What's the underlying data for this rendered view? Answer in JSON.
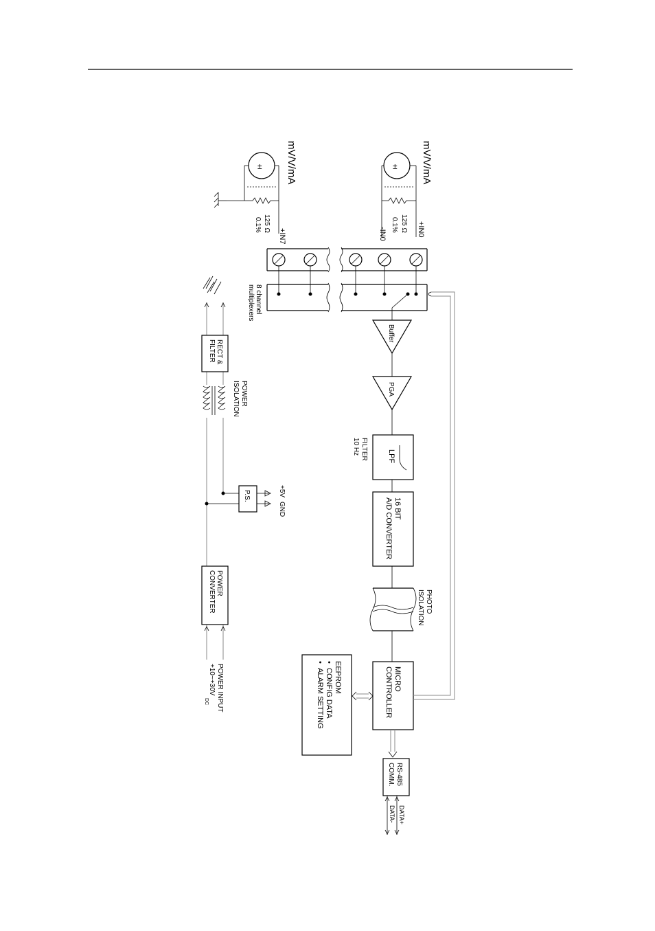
{
  "labels": {
    "src_top": "mV/V/mA",
    "src_bottom": "mV/V/mA",
    "res_top_val": "125 Ω",
    "res_top_tol": "0.1%",
    "res_bot_val": "125 Ω",
    "res_bot_tol": "0.1%",
    "in7": "+IN7",
    "in0_minus": "-IN0",
    "in0_plus": "+IN0",
    "mux_line1": "8 channel",
    "mux_line2": "multiplexers",
    "buffer": "Buffer",
    "pga": "PGA",
    "lpf": "LPF",
    "filter_line1": "FILTER",
    "filter_line2": "10 Hz",
    "adc_line1": "16 BIT",
    "adc_line2": "A/D CONVERTER",
    "photo_line1": "PHOTO",
    "photo_line2": "ISOLATION",
    "mcu_line1": "MICRO",
    "mcu_line2": "CONTROLLER",
    "eeprom_title": "EEPROM",
    "eeprom_item1": "CONFIG  DATA",
    "eeprom_item2": "ALARM  SETTING",
    "rs485_line1": "RS-485",
    "rs485_line2": "COMM.",
    "data_plus": "DATA+",
    "data_minus": "DATA-",
    "rect_line1": "RECT &",
    "rect_line2": "FILTER",
    "iso_line1": "POWER",
    "iso_line2": "ISOLATION",
    "ps": "P.S.",
    "v5": "+5V",
    "gnd": "GND",
    "pconv_line1": "POWER",
    "pconv_line2": "CONVERTER",
    "pin_line1": "POWER INPUT",
    "pin_line2": "+10~+30V",
    "pin_sub": "DC"
  },
  "bullet": "•"
}
